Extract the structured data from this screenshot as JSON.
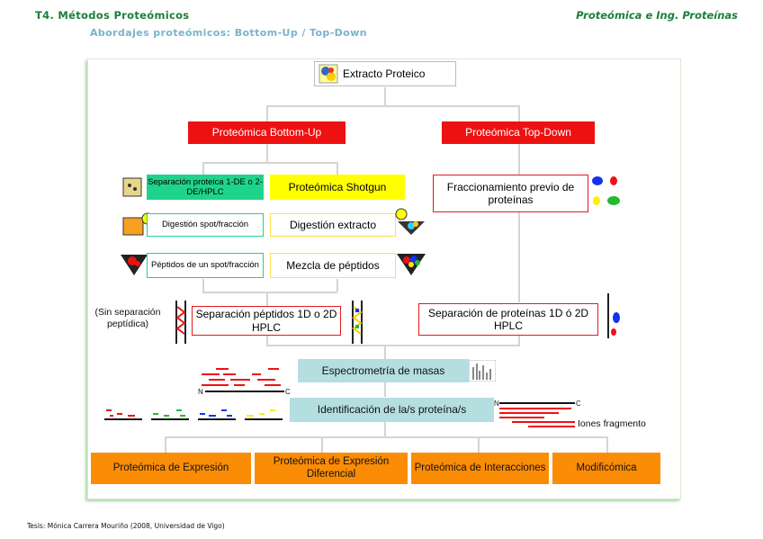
{
  "header": {
    "left": "T4. Métodos Proteómicos",
    "right": "Proteómica e Ing. Proteínas",
    "subtitle": "Abordajes proteómicos: Bottom-Up / Top-Down"
  },
  "diagram": {
    "source": "Extracto Proteico",
    "bottom_up": "Proteómica Bottom-Up",
    "top_down": "Proteómica Top-Down",
    "sep_proteica": "Separación proteica 1-DE o 2-DE/HPLC",
    "shotgun": "Proteómica Shotgun",
    "fraccionamiento": "Fraccionamiento previo de proteínas",
    "digestion_spot": "Digestión spot/fracción",
    "digestion_extracto": "Digestión extracto",
    "peptidos_spot": "Péptidos de un spot/fracción",
    "mezcla": "Mezcla de péptidos",
    "sin_sep": "(Sin separación peptídica)",
    "sep_peptidos": "Separación péptidos 1D o 2D HPLC",
    "sep_proteinas": "Separación de proteínas 1D ó 2D HPLC",
    "espectrometria": "Espectrometría de masas",
    "identificacion": "Identificación de la/s proteína/s",
    "iones": "Iones fragmento",
    "n_label": "N",
    "c_label": "C",
    "outcomes": [
      "Proteómica de Expresión",
      "Proteómica de Expresión Diferencial",
      "Proteómica de Interacciones",
      "Modificómica"
    ]
  },
  "footer": "Tesis: Mónica Carrera Mouriño (2008, Universidad de Vigo)",
  "colors": {
    "red": "#ee1111",
    "green": "#1ed48a",
    "yellow": "#ffff00",
    "cyan": "#b5dee0",
    "orange": "#fb8c06",
    "header": "#1a7f3a"
  }
}
